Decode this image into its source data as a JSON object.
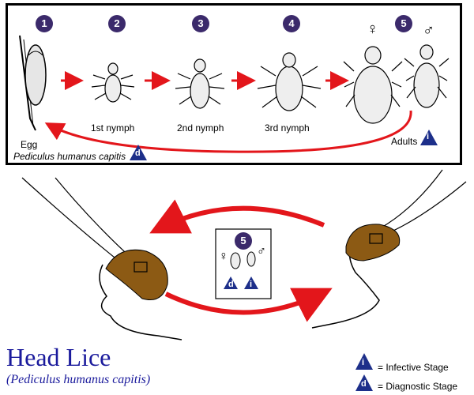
{
  "stages": [
    {
      "num": "1",
      "label": "Egg"
    },
    {
      "num": "2",
      "label": "1st nymph"
    },
    {
      "num": "3",
      "label": "2nd nymph"
    },
    {
      "num": "4",
      "label": "3rd nymph"
    },
    {
      "num": "5",
      "label": "Adults"
    }
  ],
  "species_label": "Pediculus humanus capitis",
  "center_stage_num": "5",
  "female_symbol": "♀",
  "male_symbol": "♂",
  "title": "Head Lice",
  "subtitle": "(Pediculus humanus capitis)",
  "legend": {
    "infective_letter": "i",
    "infective_text": "= Infective Stage",
    "diagnostic_letter": "d",
    "diagnostic_text": "= Diagnostic Stage"
  },
  "colors": {
    "arrow": "#e3161b",
    "hair": "#8c5a14",
    "badge": "#3b2a6b",
    "triangle": "#1d2f8a",
    "title": "#1a1a9c"
  }
}
